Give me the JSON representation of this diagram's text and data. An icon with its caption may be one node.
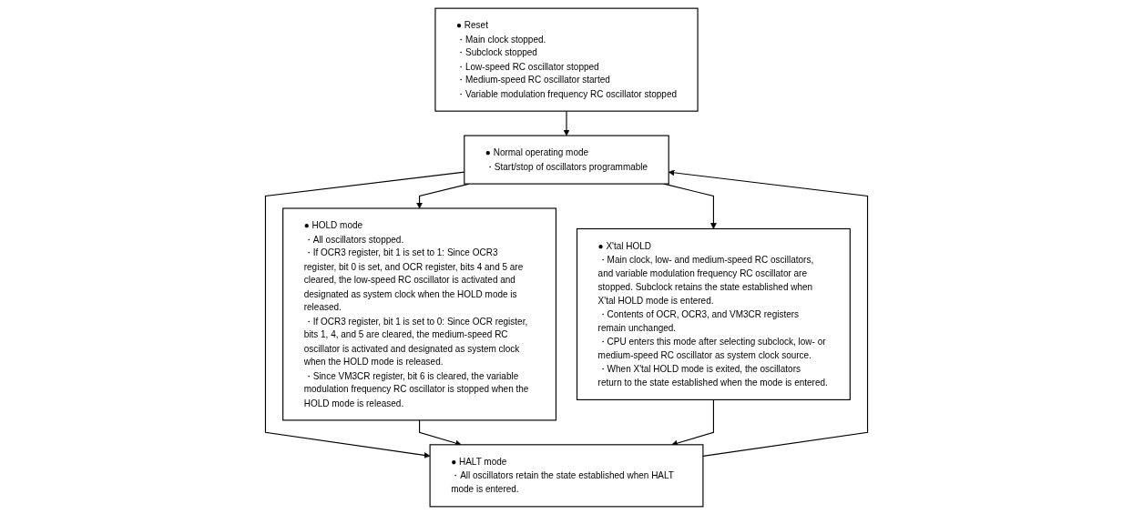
{
  "diagram": {
    "nodes": [
      {
        "text": [
          "● Reset",
          "・Main clock stopped.",
          "・Subclock stopped",
          "・Low-speed RC oscillator stopped",
          "・Medium-speed RC oscillator started",
          "・Variable modulation frequency RC oscillator stopped"
        ]
      },
      {
        "text": [
          "● HOLD mode",
          "・All oscillators stopped.",
          "・If OCR3 register, bit 1 is set to 1: Since OCR3 register, bit 0 is set, and OCR register, bits 4 and 5 are cleared, the low-speed RC oscillator is activated and designated as system clock when the HOLD mode is released.",
          "・If OCR3 register, bit 1 is set to 0: Since OCR register, bits 1, 4, and 5 are cleared, the medium-speed RC oscillator is activated and designated as system clock when the HOLD mode is released.",
          "・Since VM3CR register, bit 6 is cleared, the variable modulation frequency RC oscillator is stopped when the HOLD mode is released."
        ]
      },
      {
        "text": [
          "● Normal operating mode",
          "・Start/stop of oscillators programmable"
        ]
      },
      {
        "text": [
          "● X'tal HOLD",
          "・Main clock, low- and medium-speed RC oscillators, and variable modulation frequency RC oscillator are stopped. Subclock retains the state established when X'tal HOLD mode is entered.",
          "・Contents of OCR, OCR3, and VM3CR registers remain unchanged.",
          "・CPU enters this mode after selecting subclock, low- or medium-speed RC oscillator as system clock source.",
          "・When X'tal HOLD mode is exited, the oscillators return to the state established when the mode is entered."
        ]
      },
      {
        "text": [
          "● HALT mode",
          "・All oscillators retain the state established when HALT mode is entered."
        ]
      }
    ],
    "edges": [
      {
        "from": 0,
        "to": 2,
        "arrow": "to"
      },
      {
        "from": 2,
        "to": 1,
        "arrow": "to"
      },
      {
        "from": 2,
        "to": 3,
        "arrow": "to"
      },
      {
        "from": 2,
        "to": 4,
        "arrow": "to"
      },
      {
        "from": 4,
        "to": 2,
        "arrow": "to"
      },
      {
        "from": 1,
        "to": 4,
        "arrow": "to"
      },
      {
        "from": 3,
        "to": 4,
        "arrow": "to"
      }
    ]
  }
}
